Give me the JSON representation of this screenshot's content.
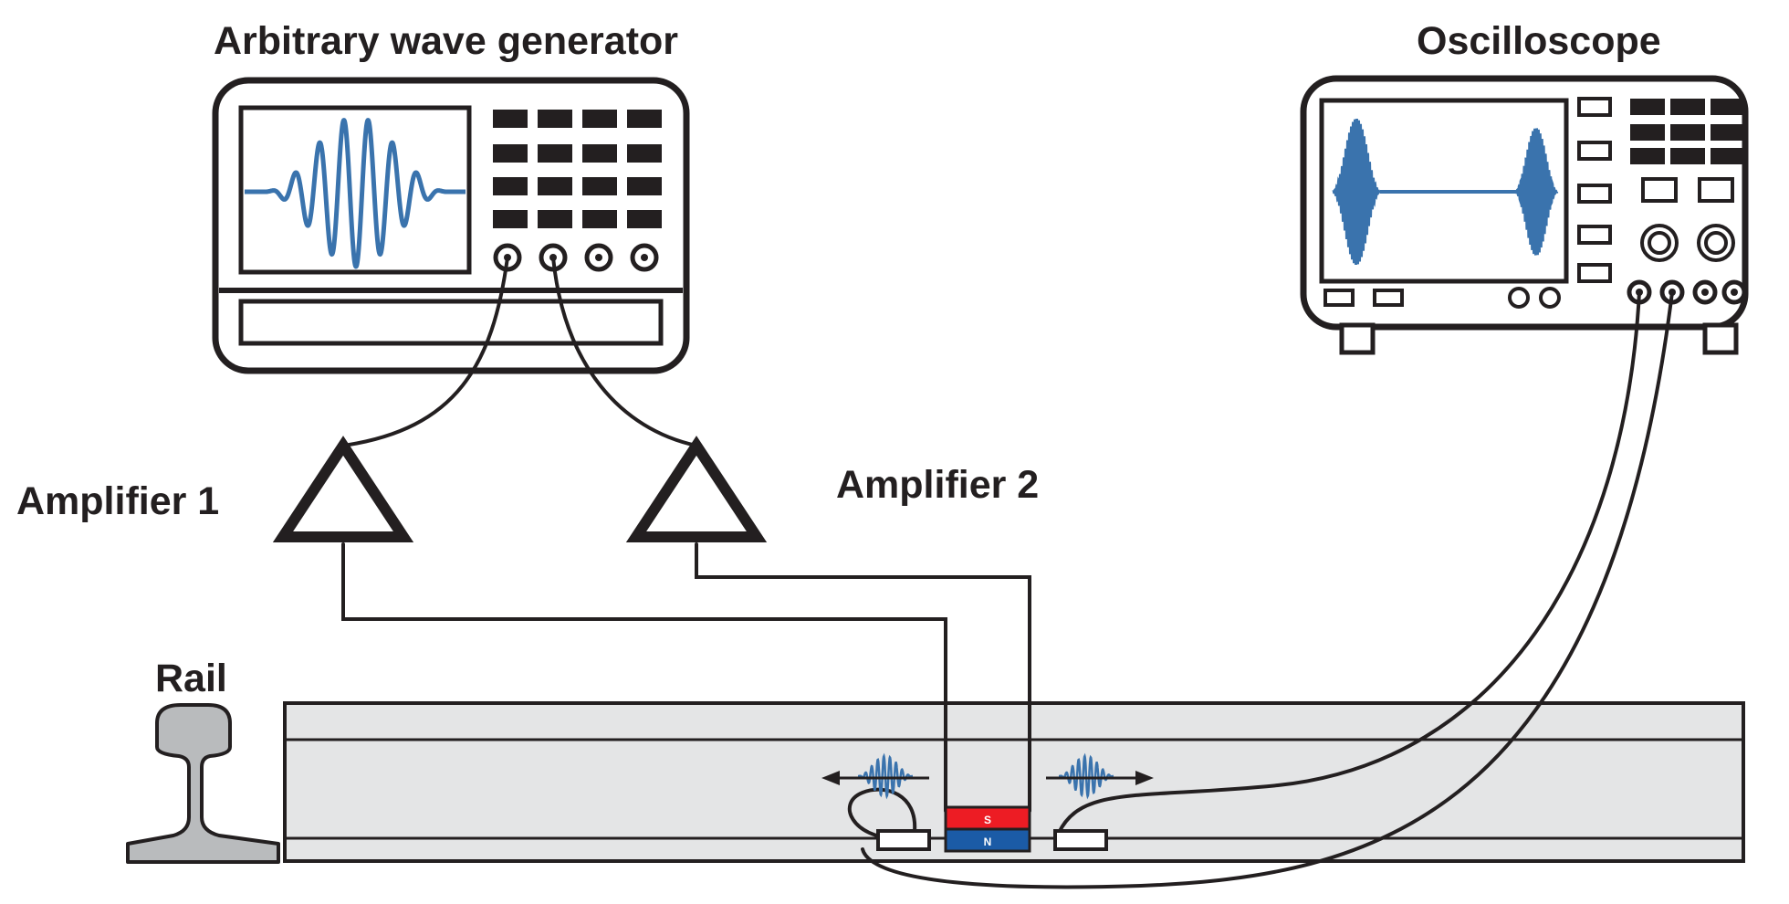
{
  "labels": {
    "awg": "Arbitrary wave generator",
    "oscilloscope": "Oscilloscope",
    "amplifier1": "Amplifier 1",
    "amplifier2": "Amplifier 2",
    "rail": "Rail",
    "magnet_south": "S",
    "magnet_north": "N"
  },
  "colors": {
    "ink": "#231f20",
    "signal": "#3a73ad",
    "rail_fill": "#e4e5e6",
    "magnet_south": "#ed1c24",
    "magnet_north": "#1b5ba6"
  }
}
